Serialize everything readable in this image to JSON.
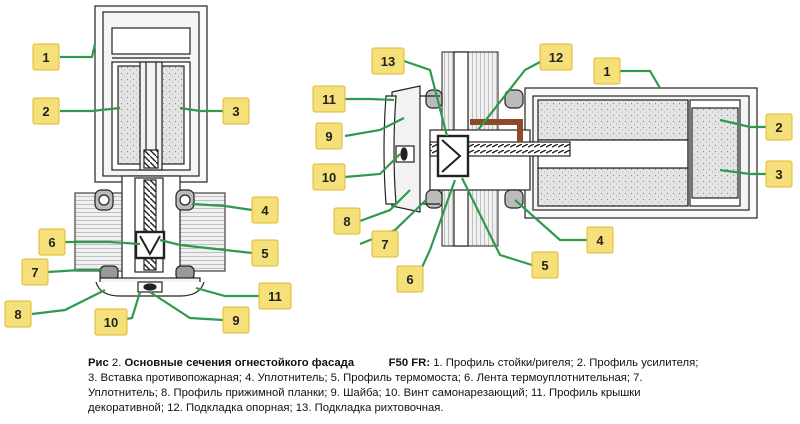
{
  "callouts_left": [
    "1",
    "2",
    "3",
    "4",
    "5",
    "6",
    "7",
    "8",
    "9",
    "10",
    "11"
  ],
  "callouts_right": [
    "13",
    "12",
    "1",
    "11",
    "9",
    "2",
    "10",
    "3",
    "8",
    "7",
    "4",
    "5",
    "6"
  ],
  "caption": {
    "fig_label": "Рис",
    "fig_number": "2.",
    "title": "Основные сечения огнестойкого фасада",
    "system": "F50 FR:",
    "line1_text": "1. Профиль стойки/ригеля; 2. Профиль усилителя;",
    "line2_text": "3. Вставка противопожарная; 4. Уплотнитель; 5. Профиль термомоста; 6. Лента термоуплотнительная; 7.",
    "line3_text": "Уплотнитель; 8. Профиль прижимной планки; 9. Шайба; 10. Винт самонарезающий; 11. Профиль крышки",
    "line4_text": "декоративной; 12. Подкладка опорная; 13. Подкладка рихтовочная."
  },
  "colors": {
    "callout_fill": "#f6e07a",
    "callout_border": "#e0b830",
    "leader": "#2f9a4e",
    "drawing_line": "#222222",
    "insert_fill": "#d9d9d9",
    "brown_pad": "#8b4a2b"
  }
}
